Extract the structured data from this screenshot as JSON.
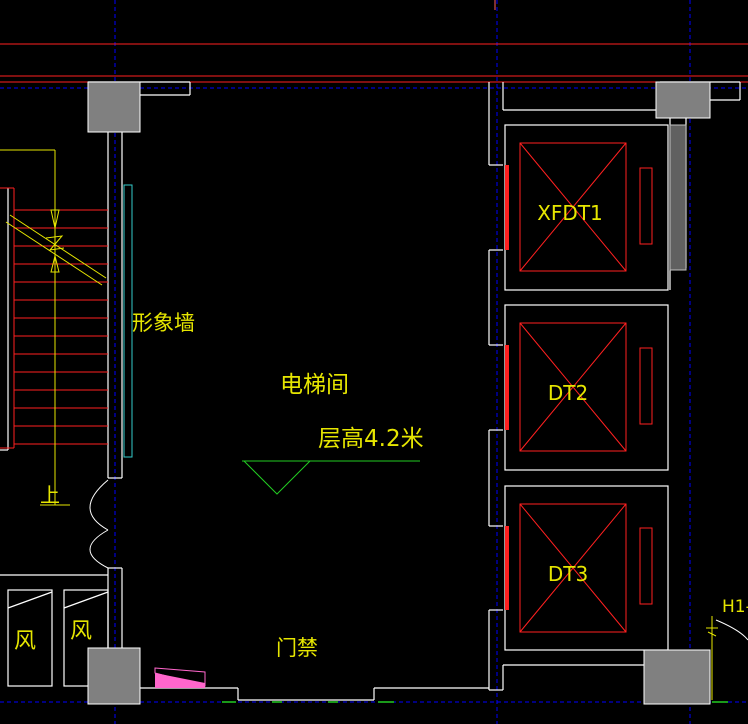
{
  "labels": {
    "feature_wall": "形象墙",
    "elevator_hall": "电梯间",
    "floor_height": "层高4.2米",
    "stair_up": "上",
    "access_control": "门禁",
    "wind_1": "风",
    "wind_2": "风",
    "partial_tag": "H1-"
  },
  "elevators": [
    "XFDT1",
    "DT2",
    "DT3"
  ],
  "colors": {
    "background": "#000000",
    "wall": "#ffffff",
    "red": "#ff2020",
    "yellow": "#e6e600",
    "green": "#22cc22",
    "cyan": "#33cccc",
    "column": "#808080",
    "magenta": "#ff66cc"
  }
}
